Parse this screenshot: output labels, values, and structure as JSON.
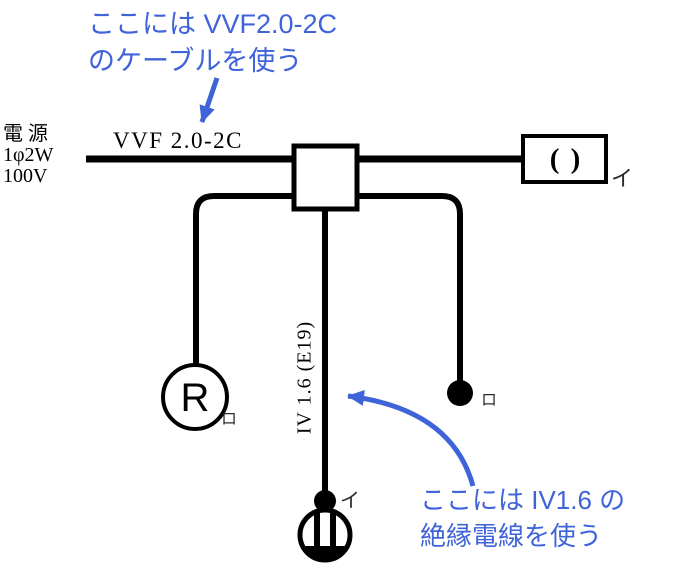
{
  "colors": {
    "annotation_blue": "#3f63d8",
    "wire_black": "#000000"
  },
  "annotations": {
    "top": {
      "line1": "ここには VVF2.0-2C",
      "line2": "のケーブルを使う"
    },
    "bottom": {
      "line1": "ここには IV1.6 の",
      "line2": "絶縁電線を使う"
    }
  },
  "source": {
    "line1": "電 源",
    "line2": "1φ2W",
    "line3": "100V"
  },
  "cable": {
    "label": "VVF 2.0-2C"
  },
  "conduit": {
    "label": "IV 1.6 (E19)"
  },
  "devices": {
    "fixture": {
      "symbol": "( )",
      "tag": "イ"
    },
    "lamp_receptacle": {
      "letter": "R",
      "tag": "ロ"
    },
    "switch_right": {
      "tag": "ロ"
    },
    "ceiling_rosette": {
      "tag": "イ"
    }
  }
}
